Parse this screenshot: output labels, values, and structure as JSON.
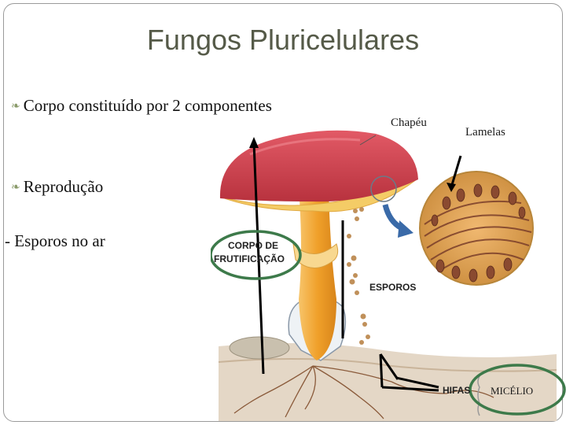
{
  "slide": {
    "title": "Fungos Pluricelulares",
    "bullets": [
      {
        "text": "Corpo constituído por 2 componentes"
      },
      {
        "text": "Reprodução"
      }
    ],
    "sub_item": "- Esporos no ar"
  },
  "figure": {
    "labels": {
      "chapeu": "Chapéu",
      "lamelas": "Lamelas",
      "corpo_1": "CORPO DE",
      "corpo_2": "FRUTIFICAÇÃO",
      "esporos": "ESPOROS",
      "hifas": "HIFAS",
      "micelio": "MICÉLIO"
    },
    "colors": {
      "cap": "#d84a55",
      "stem": "#f0a830",
      "gills": "#f2c860",
      "soil": "#d9c9b6",
      "highlight_ellipse": "#3d7a4a"
    }
  }
}
